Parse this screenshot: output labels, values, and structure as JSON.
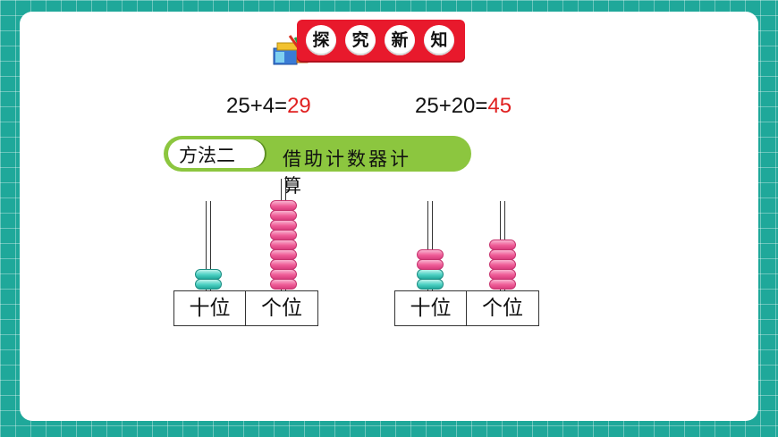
{
  "header": {
    "badges": [
      "探",
      "究",
      "新",
      "知"
    ]
  },
  "equations": [
    {
      "expr": "25+4=",
      "answer": "29"
    },
    {
      "expr": "25+20=",
      "answer": "45"
    }
  ],
  "method": {
    "number": "方法二",
    "title": "借助计数器计算"
  },
  "abaci": [
    {
      "tens_label": "十位",
      "ones_label": "个位",
      "tens_beads": 2,
      "ones_beads": 9
    },
    {
      "tens_label": "十位",
      "ones_label": "个位",
      "tens_beads": 4,
      "ones_beads": 5
    }
  ],
  "colors": {
    "background": "#1fa89a",
    "banner": "#e8192c",
    "answer": "#e02020",
    "method_bar": "#8cc63f",
    "bead_ones": "#ef5d98",
    "bead_tens_teal": "#4bd0c2",
    "bead_tens_pink": "#ef5d98"
  }
}
